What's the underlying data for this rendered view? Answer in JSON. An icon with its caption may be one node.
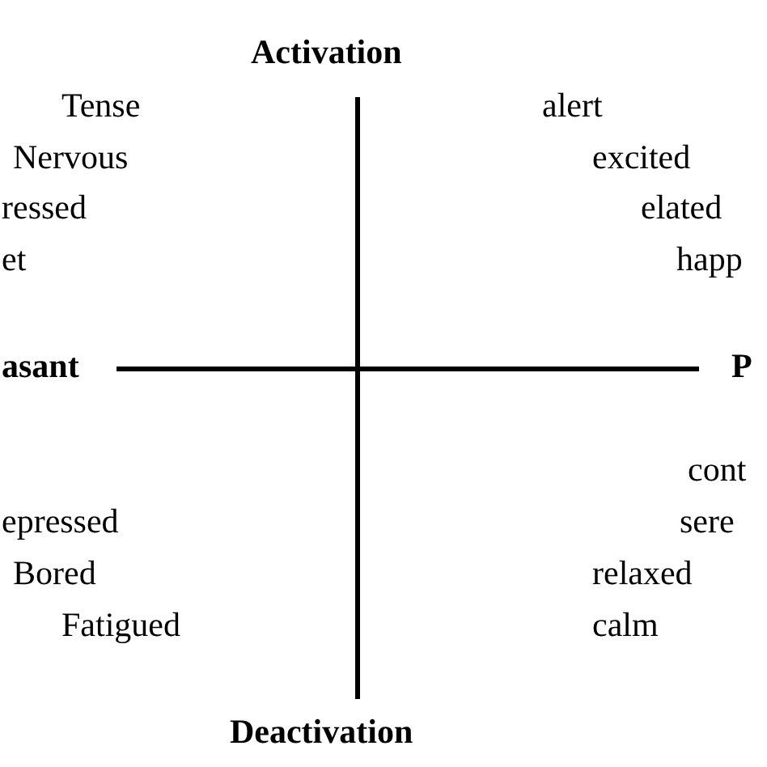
{
  "diagram": {
    "labels": [
      "Activation",
      "Tense",
      "alert",
      "Nervous",
      "excited",
      "ressed",
      "elated",
      "et",
      "happ",
      "asant",
      "P",
      "cont",
      "epressed",
      "sere",
      "Bored",
      "relaxed",
      "Fatigued",
      "calm",
      "Deactivation"
    ]
  }
}
